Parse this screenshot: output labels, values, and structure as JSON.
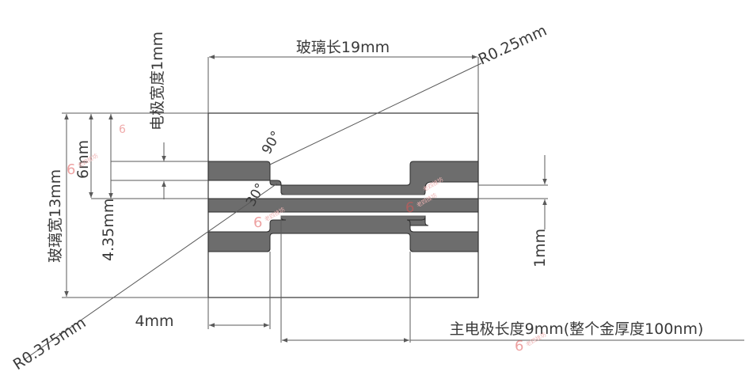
{
  "labels": {
    "glass_length": "玻璃长19mm",
    "r_top": "R0.25mm",
    "electrode_width": "电极宽度1mm",
    "angle_90": "90°",
    "angle_30": "30°",
    "dim_6mm": "6mm",
    "glass_width": "玻璃宽13mm",
    "dim_435": "4.35mm",
    "dim_1mm": "1mm",
    "dim_4mm": "4mm",
    "r_bottom": "R0.375mm",
    "main_electrode": "主电极长度9mm(整个金厚度100nm)"
  },
  "watermark": {
    "text": "老四技坊"
  },
  "colors": {
    "gold": "#6d6d6d",
    "outline": "#2b2b2b",
    "dim_line": "#5a5a5a",
    "text": "#3a3a3a",
    "watermark": "#e05555"
  }
}
